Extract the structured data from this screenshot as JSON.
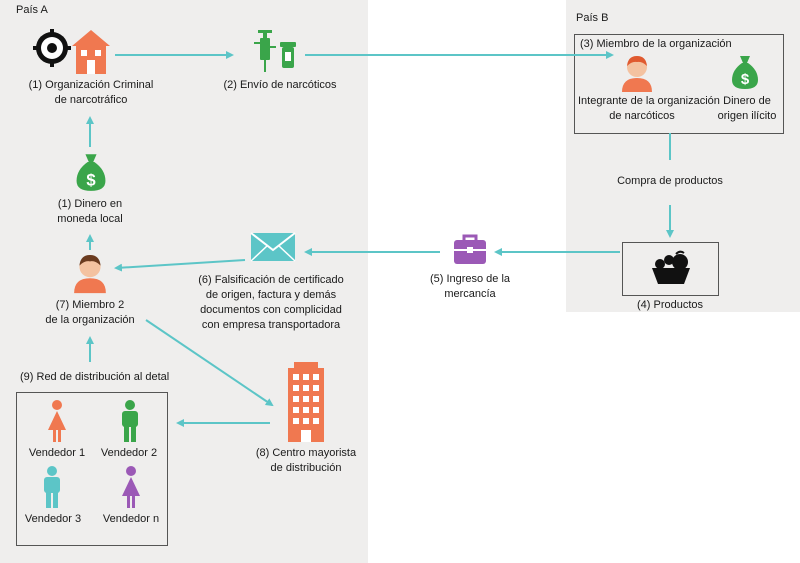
{
  "countries": {
    "a": "País A",
    "b": "País B"
  },
  "nodes": {
    "org_criminal": {
      "line1": "(1) Organización Criminal",
      "line2": "de narcotráfico"
    },
    "envio": {
      "line1": "(2) Envío de narcóticos"
    },
    "miembro_org": {
      "title": "(3) Miembro de la organización",
      "integrante_line1": "Integrante de la organización",
      "integrante_line2": "de narcóticos",
      "dinero_line1": "Dinero de",
      "dinero_line2": "origen ilícito"
    },
    "compra": {
      "line1": "Compra de productos"
    },
    "productos": {
      "line1": "(4) Productos"
    },
    "ingreso": {
      "line1": "(5) Ingreso de la",
      "line2": "mercancía"
    },
    "falsificacion": {
      "line1": "(6) Falsificación de certificado",
      "line2": "de origen, factura y demás",
      "line3": "documentos con complicidad",
      "line4": "con empresa transportadora"
    },
    "dinero_local": {
      "line1": "(1) Dinero en",
      "line2": "moneda local"
    },
    "miembro2": {
      "line1": "(7) Miembro 2",
      "line2": "de la organización"
    },
    "centro": {
      "line1": "(8) Centro mayorista",
      "line2": "de distribución"
    },
    "red": {
      "title": "(9) Red de distribución al detal"
    }
  },
  "vendedores": [
    "Vendedor 1",
    "Vendedor 2",
    "Vendedor 3",
    "Vendedor n"
  ],
  "colors": {
    "arrow": "#5cc5c7",
    "orange": "#f07850",
    "green": "#3aa54a",
    "purple": "#9b59b6",
    "teal": "#5cc5c7",
    "region": "#efeeed"
  }
}
